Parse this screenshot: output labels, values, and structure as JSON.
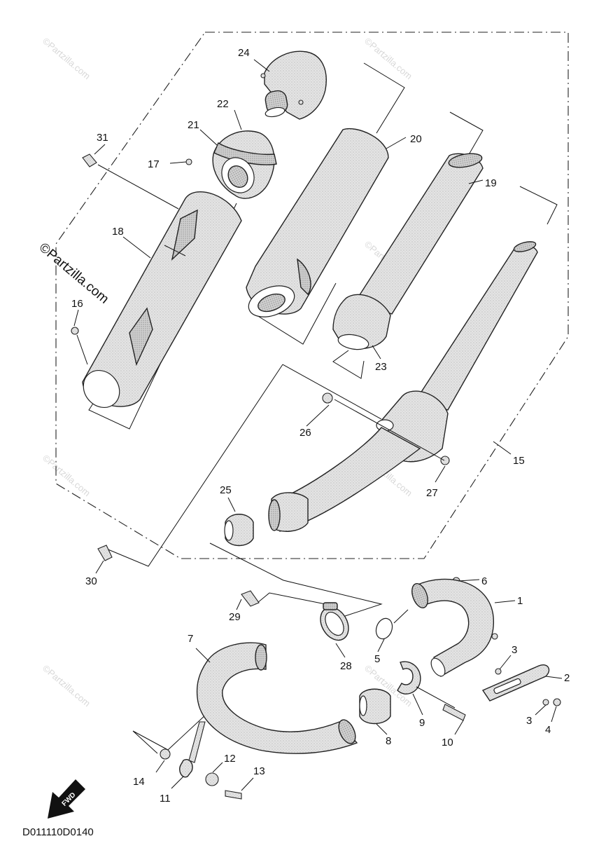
{
  "diagram": {
    "copyright": "©Partzilla.com",
    "watermark": "©Partzilla.com",
    "code": "D011110D0140",
    "fwd_label": "FWD"
  },
  "callouts": [
    {
      "id": "1",
      "label": "1"
    },
    {
      "id": "2",
      "label": "2"
    },
    {
      "id": "3a",
      "label": "3"
    },
    {
      "id": "3b",
      "label": "3"
    },
    {
      "id": "4",
      "label": "4"
    },
    {
      "id": "5",
      "label": "5"
    },
    {
      "id": "6",
      "label": "6"
    },
    {
      "id": "7",
      "label": "7"
    },
    {
      "id": "8",
      "label": "8"
    },
    {
      "id": "9",
      "label": "9"
    },
    {
      "id": "10",
      "label": "10"
    },
    {
      "id": "11",
      "label": "11"
    },
    {
      "id": "12",
      "label": "12"
    },
    {
      "id": "13",
      "label": "13"
    },
    {
      "id": "14",
      "label": "14"
    },
    {
      "id": "15",
      "label": "15"
    },
    {
      "id": "16",
      "label": "16"
    },
    {
      "id": "17",
      "label": "17"
    },
    {
      "id": "18",
      "label": "18"
    },
    {
      "id": "19",
      "label": "19"
    },
    {
      "id": "20",
      "label": "20"
    },
    {
      "id": "21",
      "label": "21"
    },
    {
      "id": "22",
      "label": "22"
    },
    {
      "id": "23",
      "label": "23"
    },
    {
      "id": "24",
      "label": "24"
    },
    {
      "id": "25",
      "label": "25"
    },
    {
      "id": "26",
      "label": "26"
    },
    {
      "id": "27",
      "label": "27"
    },
    {
      "id": "28",
      "label": "28"
    },
    {
      "id": "29",
      "label": "29"
    },
    {
      "id": "30",
      "label": "30"
    },
    {
      "id": "31",
      "label": "31"
    }
  ]
}
